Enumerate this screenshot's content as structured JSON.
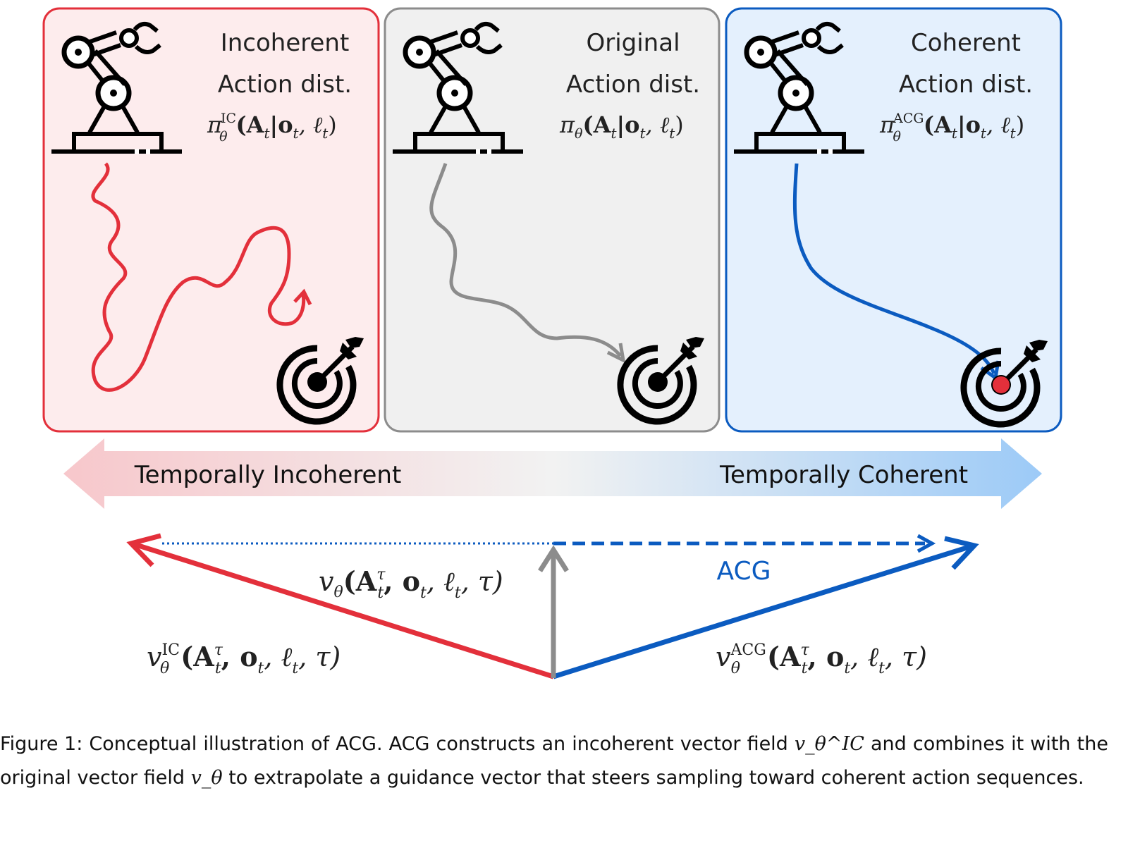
{
  "panels": [
    {
      "title_line1": "Incoherent",
      "title_line2": "Action dist.",
      "formula": "π_θ^IC(A_t|o_t, ℓ_t)",
      "pi": "π",
      "theta": "θ",
      "sup": "IC",
      "args": "(A",
      "sub_t": "t",
      "bar": "|o",
      "sub_t2": "t",
      "comma_l": ", ℓ",
      "sub_t3": "t",
      "close": ")"
    },
    {
      "title_line1": "Original",
      "title_line2": "Action dist.",
      "formula": "π_θ(A_t|o_t, ℓ_t)",
      "pi": "π",
      "theta": "θ",
      "sup": "",
      "args": "(A",
      "sub_t": "t",
      "bar": "|o",
      "sub_t2": "t",
      "comma_l": ", ℓ",
      "sub_t3": "t",
      "close": ")"
    },
    {
      "title_line1": "Coherent",
      "title_line2": "Action dist.",
      "formula": "π_θ^ACG(A_t|o_t, ℓ_t)",
      "pi": "π",
      "theta": "θ",
      "sup": "ACG",
      "args": "(A",
      "sub_t": "t",
      "bar": "|o",
      "sub_t2": "t",
      "comma_l": ", ℓ",
      "sub_t3": "t",
      "close": ")"
    }
  ],
  "coherence_bar": {
    "left_label": "Temporally Incoherent",
    "right_label": "Temporally Coherent"
  },
  "vectors": {
    "original": {
      "v": "v",
      "theta": "θ",
      "sup": "",
      "body": "(A",
      "tau": "τ",
      "t": "t",
      "rest": ", o",
      "t2": "t",
      "l": ", ℓ",
      "t3": "t",
      "end": ", τ)"
    },
    "incoherent": {
      "v": "v",
      "theta": "θ",
      "sup": "IC",
      "body": "(A",
      "tau": "τ",
      "t": "t",
      "rest": ", o",
      "t2": "t",
      "l": ", ℓ",
      "t3": "t",
      "end": ", τ)"
    },
    "guided": {
      "v": "v",
      "theta": "θ",
      "sup": "ACG",
      "body": "(A",
      "tau": "τ",
      "t": "t",
      "rest": ", o",
      "t2": "t",
      "l": ", ℓ",
      "t3": "t",
      "end": ", τ)"
    },
    "guidance_label": "ACG"
  },
  "caption": {
    "line1_words": [
      "Figure 1:",
      "Conceptual",
      "illustration",
      "of",
      "ACG.",
      "ACG",
      "constructs",
      "an",
      "incoherent",
      "vector",
      "field",
      "v_θ^IC",
      "and",
      "combines",
      "it",
      "with",
      "the"
    ],
    "line2_text_a": "original vector field",
    "line2_math": "v_θ",
    "line2_text_b": "to extrapolate a guidance vector that steers sampling toward coherent action sequences."
  },
  "colors": {
    "red": "#e3303b",
    "gray": "#8c8c8c",
    "blue": "#0b5bc0",
    "red_bg": "#fdeced",
    "gray_bg": "#f0f0f0",
    "blue_bg": "#e4f0fd"
  },
  "icons": [
    "robot-arm-icon",
    "target-icon"
  ]
}
